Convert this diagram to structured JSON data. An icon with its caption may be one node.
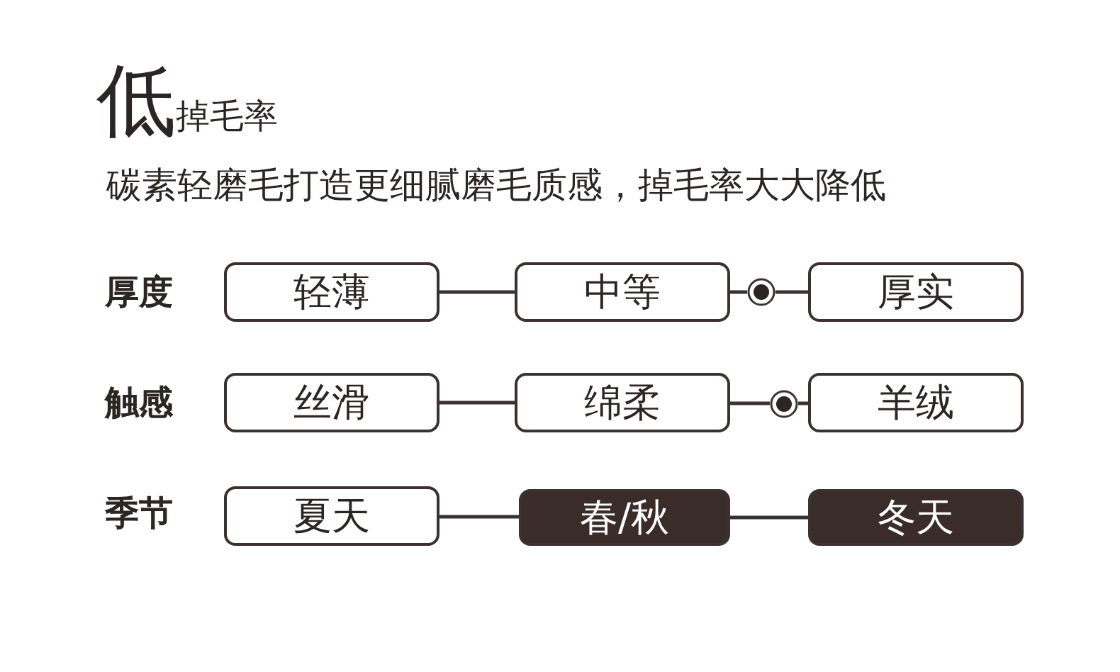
{
  "diagram": {
    "title": "低掉毛率",
    "nodes": [
      {
        "text": [
          "轻薄"
        ]
      },
      {
        "text": [
          "中等"
        ]
      },
      {
        "text": [],
        "shape": "circle"
      },
      {
        "text": [
          "厚实"
        ]
      },
      {
        "text": [
          "丝滑"
        ]
      },
      {
        "text": [
          "绵柔"
        ]
      },
      {
        "text": [],
        "shape": "circle"
      },
      {
        "text": [
          "羊绒"
        ]
      },
      {
        "text": [
          "夏天"
        ]
      },
      {
        "text": [
          "春/秋"
        ]
      },
      {
        "text": [
          "冬天"
        ]
      }
    ],
    "edges": [
      {
        "from": 0,
        "to": 1,
        "arrow": "none"
      },
      {
        "from": 1,
        "to": 2,
        "arrow": "none"
      },
      {
        "from": 2,
        "to": 3,
        "arrow": "none"
      },
      {
        "from": 4,
        "to": 5,
        "arrow": "none"
      },
      {
        "from": 5,
        "to": 6,
        "arrow": "none"
      },
      {
        "from": 6,
        "to": 7,
        "arrow": "none"
      },
      {
        "from": 8,
        "to": 9,
        "arrow": "none"
      },
      {
        "from": 9,
        "to": 10,
        "arrow": "none"
      }
    ],
    "labels": [
      "碳素轻磨毛打造更细腻磨毛质感，掉毛率大大降低",
      "厚度",
      "触感",
      "季节"
    ]
  }
}
